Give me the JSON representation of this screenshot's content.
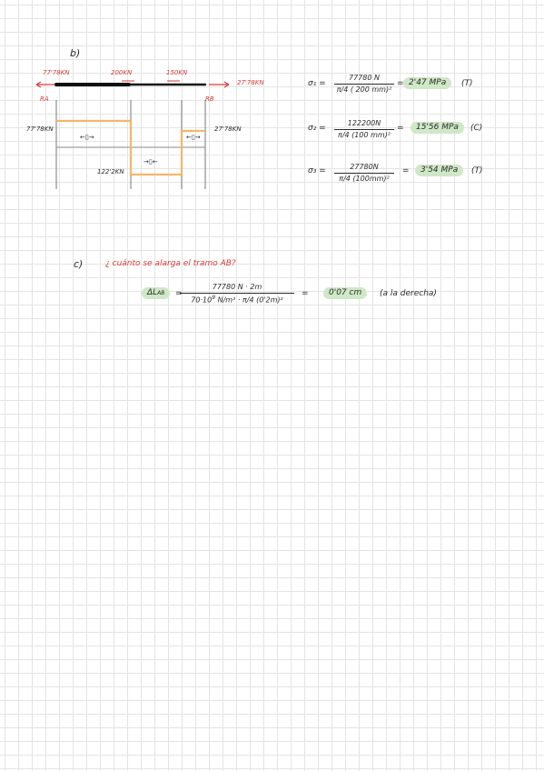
{
  "part_b": {
    "label": "b)",
    "forces": {
      "f1": "77'78KN",
      "f2": "200KN",
      "f3": "150KN",
      "f4": "27'78KN"
    },
    "supports": {
      "ra": "RA",
      "rb": "RB"
    },
    "diagram": {
      "left_value": "77'78KN",
      "right_value": "27'78KN",
      "bottom_value": "122'2KN",
      "symbol_left": "←▯→",
      "symbol_mid": "→▯←",
      "symbol_right": "←▯→"
    },
    "stresses": [
      {
        "sym": "σ₁ =",
        "num": "77780 N",
        "den_pi": "π",
        "den_4": "4",
        "den_rest": "( 200 mm)²",
        "eq": "=",
        "result": "2'47 MPa",
        "type": "(T)"
      },
      {
        "sym": "σ₂ =",
        "num": "122200N",
        "den_pi": "π",
        "den_4": "4",
        "den_rest": "(100 mm)²",
        "eq": "=",
        "result": "15'56 MPa",
        "type": "(C)"
      },
      {
        "sym": "σ₃ =",
        "num": "27780N",
        "den_pi": "π",
        "den_4": "4",
        "den_rest": "(100mm)²",
        "eq": "=",
        "result": "3'54 MPa",
        "type": "(T)"
      }
    ]
  },
  "part_c": {
    "label": "c)",
    "question": "¿ cuánto se alarga el tramo AB?",
    "delta_sym": "ΔL",
    "delta_sub": "AB",
    "delta_eq": "=",
    "num": "77780 N · 2m",
    "den_a": "70·10",
    "den_exp": "9",
    "den_n": "N",
    "den_m2": "m²",
    "den_dot": "·",
    "den_pi": "π",
    "den_4": "4",
    "den_rest": "(0'2m)²",
    "eq": "=",
    "result": "0'07 cm",
    "note": "(a la derecha)"
  }
}
